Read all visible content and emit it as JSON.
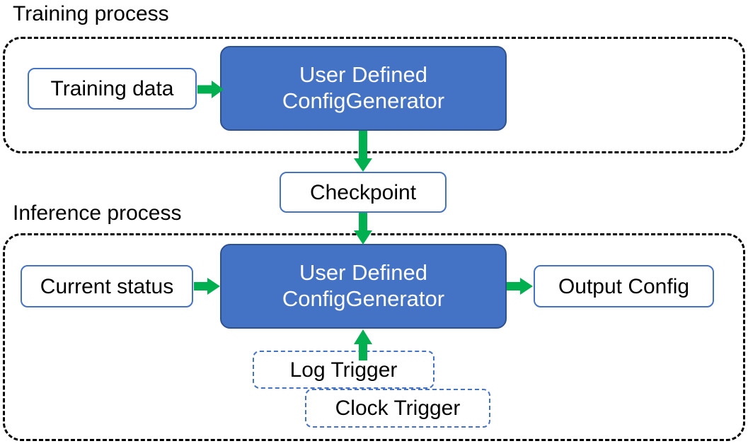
{
  "diagram": {
    "title_training": "Training process",
    "title_inference": "Inference process",
    "colors": {
      "process_fill": "#4472C4",
      "process_stroke": "#2F528F",
      "node_stroke": "#4472C4",
      "group_stroke": "#000000",
      "arrow": "#00B050",
      "text_dark": "#000000",
      "text_light": "#FFFFFF",
      "background": "#FFFFFF"
    },
    "training": {
      "input_label": "Training data",
      "process_line1": "User Defined",
      "process_line2": "ConfigGenerator"
    },
    "checkpoint_label": "Checkpoint",
    "inference": {
      "input_label": "Current status",
      "process_line1": "User Defined",
      "process_line2": "ConfigGenerator",
      "output_label": "Output Config",
      "trigger_log_label": "Log Trigger",
      "trigger_clock_label": "Clock Trigger"
    },
    "edges": [
      {
        "name": "training-data-to-process",
        "from": "Training data",
        "to": "User Defined ConfigGenerator",
        "direction": "right"
      },
      {
        "name": "training-process-to-checkpoint",
        "from": "User Defined ConfigGenerator",
        "to": "Checkpoint",
        "direction": "down"
      },
      {
        "name": "checkpoint-to-inference-process",
        "from": "Checkpoint",
        "to": "User Defined ConfigGenerator",
        "direction": "down"
      },
      {
        "name": "current-status-to-process",
        "from": "Current status",
        "to": "User Defined ConfigGenerator",
        "direction": "right"
      },
      {
        "name": "process-to-output-config",
        "from": "User Defined ConfigGenerator",
        "to": "Output Config",
        "direction": "right"
      },
      {
        "name": "triggers-to-process",
        "from": "Log Trigger / Clock Trigger",
        "to": "User Defined ConfigGenerator",
        "direction": "up"
      }
    ]
  }
}
